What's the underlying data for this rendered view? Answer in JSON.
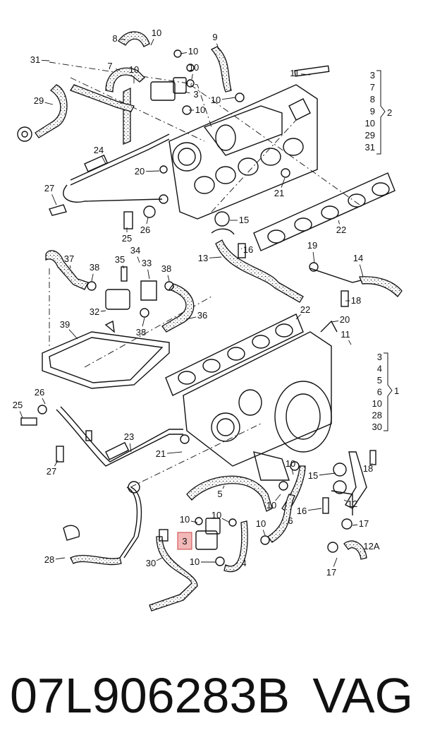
{
  "title": {
    "part_number": "07L906283B",
    "brand": "VAG"
  },
  "highlight": {
    "label": "3",
    "color": "#f2b8b8"
  },
  "callouts": [
    {
      "id": "c8a",
      "text": "8"
    },
    {
      "id": "c10a",
      "text": "10"
    },
    {
      "id": "c9a",
      "text": "9"
    },
    {
      "id": "c31a",
      "text": "31"
    },
    {
      "id": "c7a",
      "text": "7"
    },
    {
      "id": "c10b",
      "text": "10"
    },
    {
      "id": "c10c",
      "text": "10"
    },
    {
      "id": "c10d",
      "text": "10"
    },
    {
      "id": "c11a",
      "text": "11"
    },
    {
      "id": "c29a",
      "text": "29"
    },
    {
      "id": "c3a",
      "text": "3"
    },
    {
      "id": "c10e",
      "text": "10"
    },
    {
      "id": "c10f",
      "text": "10"
    },
    {
      "id": "c24a",
      "text": "24"
    },
    {
      "id": "c20a",
      "text": "20"
    },
    {
      "id": "c21a",
      "text": "21"
    },
    {
      "id": "c27a",
      "text": "27"
    },
    {
      "id": "c25a",
      "text": "25"
    },
    {
      "id": "c26a",
      "text": "26"
    },
    {
      "id": "c15a",
      "text": "15"
    },
    {
      "id": "c22a",
      "text": "22"
    },
    {
      "id": "c13a",
      "text": "13"
    },
    {
      "id": "c16a",
      "text": "16"
    },
    {
      "id": "c19a",
      "text": "19"
    },
    {
      "id": "c14a",
      "text": "14"
    },
    {
      "id": "c18a",
      "text": "18"
    },
    {
      "id": "c37a",
      "text": "37"
    },
    {
      "id": "c34a",
      "text": "34"
    },
    {
      "id": "c35a",
      "text": "35"
    },
    {
      "id": "c33a",
      "text": "33"
    },
    {
      "id": "c38a",
      "text": "38"
    },
    {
      "id": "c38b",
      "text": "38"
    },
    {
      "id": "c38c",
      "text": "38"
    },
    {
      "id": "c32a",
      "text": "32"
    },
    {
      "id": "c36a",
      "text": "36"
    },
    {
      "id": "c22b",
      "text": "22"
    },
    {
      "id": "c20b",
      "text": "20"
    },
    {
      "id": "c39a",
      "text": "39"
    },
    {
      "id": "c11b",
      "text": "11"
    },
    {
      "id": "c26b",
      "text": "26"
    },
    {
      "id": "c25b",
      "text": "25"
    },
    {
      "id": "c27b",
      "text": "27"
    },
    {
      "id": "c23a",
      "text": "23"
    },
    {
      "id": "c21b",
      "text": "21"
    },
    {
      "id": "c15b",
      "text": "15"
    },
    {
      "id": "c18b",
      "text": "18"
    },
    {
      "id": "c10g",
      "text": "10"
    },
    {
      "id": "c5a",
      "text": "5"
    },
    {
      "id": "c10h",
      "text": "10"
    },
    {
      "id": "c12a",
      "text": "12"
    },
    {
      "id": "c16b",
      "text": "16"
    },
    {
      "id": "c10i",
      "text": "10"
    },
    {
      "id": "c10j",
      "text": "10"
    },
    {
      "id": "c6a",
      "text": "6"
    },
    {
      "id": "c17a",
      "text": "17"
    },
    {
      "id": "c10k",
      "text": "10"
    },
    {
      "id": "c28a",
      "text": "28"
    },
    {
      "id": "c30a",
      "text": "30"
    },
    {
      "id": "c10l",
      "text": "10"
    },
    {
      "id": "c4a",
      "text": "4"
    },
    {
      "id": "c12Aa",
      "text": "12A"
    },
    {
      "id": "c17b",
      "text": "17"
    }
  ],
  "group_top": {
    "items": [
      "3",
      "7",
      "8",
      "9",
      "10",
      "29",
      "31"
    ],
    "group": "2"
  },
  "group_bottom": {
    "items": [
      "3",
      "4",
      "5",
      "6",
      "10",
      "28",
      "30"
    ],
    "group": "1"
  }
}
